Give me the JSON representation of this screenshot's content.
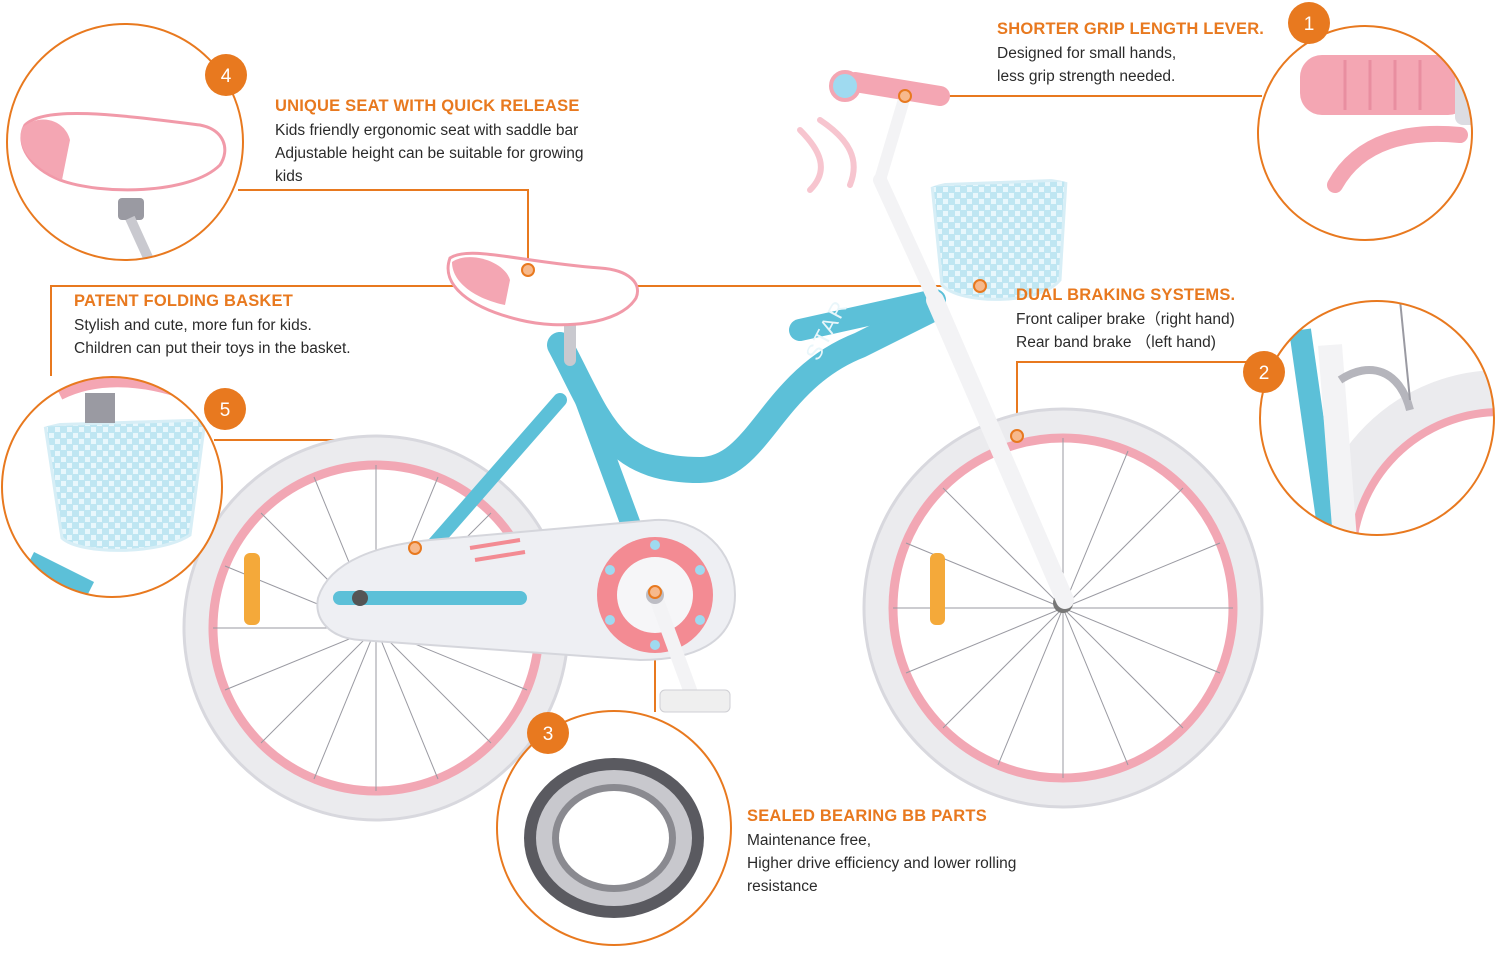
{
  "accent_color": "#e8791f",
  "features": [
    {
      "number": "1",
      "title": "SHORTER GRIP LENGTH LEVER.",
      "lines": [
        "Designed for small hands,",
        "less grip strength needed."
      ],
      "icon": "grip-lever-icon"
    },
    {
      "number": "2",
      "title": "DUAL BRAKING SYSTEMS.",
      "lines": [
        "Front caliper brake（right hand)",
        "Rear band brake （left hand)"
      ],
      "icon": "caliper-brake-icon"
    },
    {
      "number": "3",
      "title": "SEALED BEARING BB PARTS",
      "lines": [
        "Maintenance free,",
        "Higher drive efficiency and lower rolling",
        "resistance"
      ],
      "icon": "bearing-ring-icon"
    },
    {
      "number": "4",
      "title": "UNIQUE SEAT WITH QUICK RELEASE",
      "lines": [
        "Kids friendly ergonomic seat with saddle bar",
        "Adjustable height can be suitable for growing",
        "kids"
      ],
      "icon": "bike-seat-icon"
    },
    {
      "number": "5",
      "title": "PATENT FOLDING BASKET",
      "lines": [
        "Stylish and cute, more fun for kids.",
        "Children can put their toys in the basket."
      ],
      "icon": "folding-basket-icon"
    }
  ],
  "bike": {
    "frame_lettering": "STAR",
    "frame_color": "#5cc0d8",
    "tire_color": "#e9e9ec",
    "rim_color": "#f2a7b4"
  }
}
